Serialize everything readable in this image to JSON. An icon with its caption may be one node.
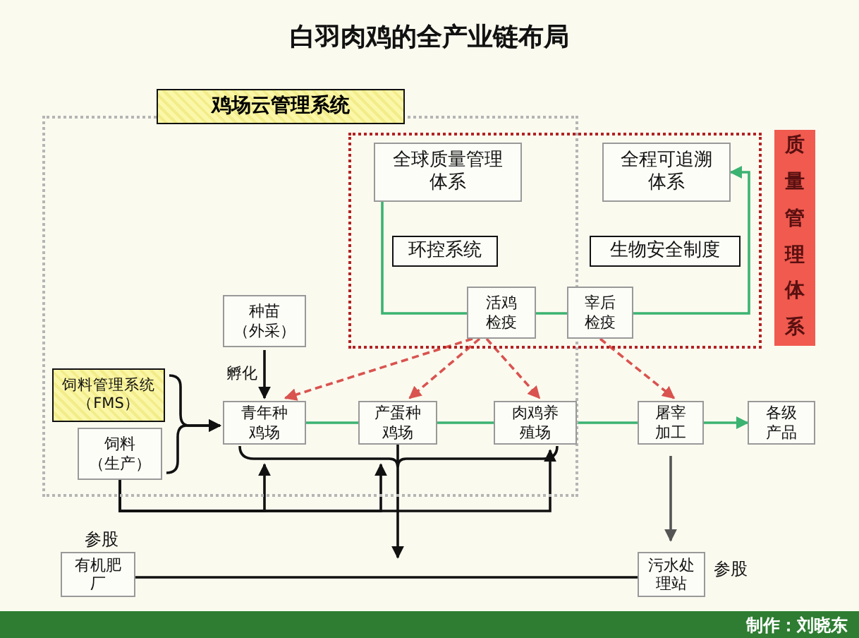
{
  "diagram": {
    "title": "白羽肉鸡的全产业链布局",
    "nodes": [
      {
        "text": [
          "鸡场云管理系统"
        ]
      },
      {
        "text": [],
        "shape": "box"
      },
      {
        "text": [
          "全球质量管理体系"
        ]
      },
      {
        "text": [
          "全程可追溯体系"
        ],
        "in": 1
      },
      {
        "text": [
          "环控系统"
        ]
      },
      {
        "text": [
          "生物安全制度"
        ],
        "in": 1
      },
      {
        "text": [
          "活鸡检疫"
        ]
      },
      {
        "text": [
          "宰后检疫"
        ],
        "in": 1
      },
      {
        "text": [
          "质量管理体系"
        ]
      },
      {
        "text": [
          "种苗",
          "（外采）"
        ],
        "in": 0
      },
      {
        "text": [
          "饲料管理系统（FMS）"
        ],
        "in": 0
      },
      {
        "text": [
          "饲料",
          "（生产）"
        ],
        "in": 0
      },
      {
        "text": [
          "青年种鸡场"
        ],
        "in": 0
      },
      {
        "text": [
          "产蛋种鸡场"
        ],
        "in": 0
      },
      {
        "text": [
          "肉鸡养殖场"
        ],
        "in": 0
      },
      {
        "text": [
          "屠宰加工"
        ]
      },
      {
        "text": [
          "各级产品"
        ]
      },
      {
        "text": [
          "有机肥厂"
        ],
        "beside": [
          "参股"
        ]
      },
      {
        "text": [
          "污水处理站"
        ],
        "beside": [
          "参股"
        ]
      }
    ],
    "edges": [
      {
        "from": 9,
        "to": 12,
        "arrow": "to",
        "label": "孵化"
      },
      {
        "from": 10,
        "to": 12,
        "arrow": "to"
      },
      {
        "from": 11,
        "to": 12,
        "arrow": "to"
      },
      {
        "from": 12,
        "to": 13,
        "arrow": "none",
        "color": "#3cb371"
      },
      {
        "from": 13,
        "to": 14,
        "arrow": "none",
        "color": "#3cb371"
      },
      {
        "from": 14,
        "to": 15,
        "arrow": "none",
        "color": "#3cb371"
      },
      {
        "from": 15,
        "to": 16,
        "arrow": "to",
        "color": "#3cb371"
      },
      {
        "from": 2,
        "to": 6,
        "arrow": "none",
        "color": "#3cb371"
      },
      {
        "from": 6,
        "to": 7,
        "arrow": "none",
        "color": "#3cb371"
      },
      {
        "from": 7,
        "to": 3,
        "arrow": "to",
        "color": "#3cb371"
      },
      {
        "from": 6,
        "to": 12,
        "arrow": "to",
        "style": "dashed",
        "color": "#d9534f"
      },
      {
        "from": 6,
        "to": 13,
        "arrow": "to",
        "style": "dashed",
        "color": "#d9534f"
      },
      {
        "from": 6,
        "to": 14,
        "arrow": "to",
        "style": "dashed",
        "color": "#d9534f"
      },
      {
        "from": 7,
        "to": 15,
        "arrow": "to",
        "style": "dashed",
        "color": "#d9534f"
      },
      {
        "from": 11,
        "to": 12,
        "arrow": "to"
      },
      {
        "from": 11,
        "to": 13,
        "arrow": "to"
      },
      {
        "from": 11,
        "to": 14,
        "arrow": "to"
      },
      {
        "from": 13,
        "to": null,
        "arrow": "to"
      },
      {
        "from": 15,
        "to": 18,
        "arrow": "to",
        "color": "#555555"
      },
      {
        "from": 17,
        "to": 18,
        "arrow": "none"
      }
    ],
    "labels": [
      "制作：刘晓东"
    ]
  }
}
